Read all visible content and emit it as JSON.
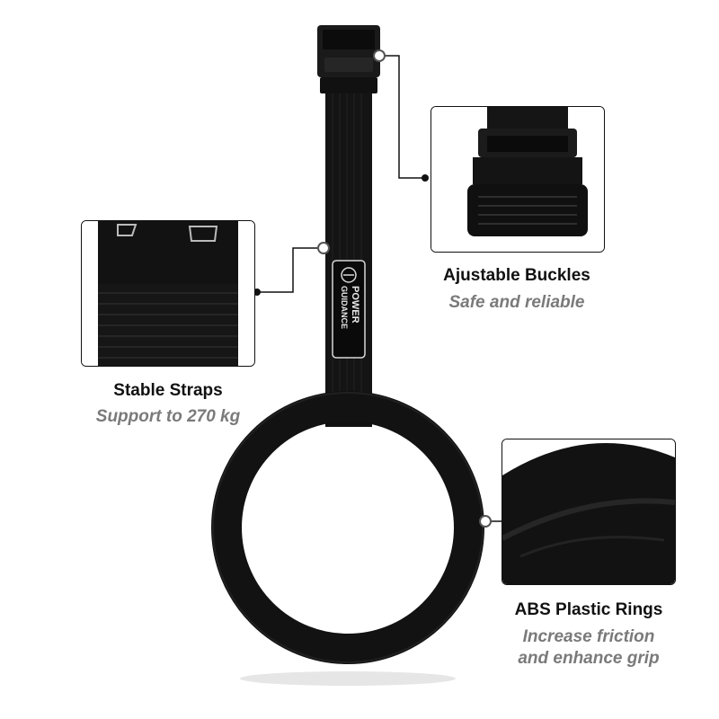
{
  "brand": {
    "logo_text_line1": "POWER",
    "logo_text_line2": "GUIDANCE"
  },
  "features": [
    {
      "title": "Ajustable Buckles",
      "subtitle": "Safe and reliable"
    },
    {
      "title": "Stable Straps",
      "subtitle": "Support to 270 kg"
    },
    {
      "title": "ABS Plastic Rings",
      "subtitle_line1": "Increase friction",
      "subtitle_line2": "and enhance grip"
    }
  ],
  "colors": {
    "strap": "#141414",
    "ring": "#121212",
    "callout_border": "#111111",
    "subtitle": "#7a7a7a"
  }
}
